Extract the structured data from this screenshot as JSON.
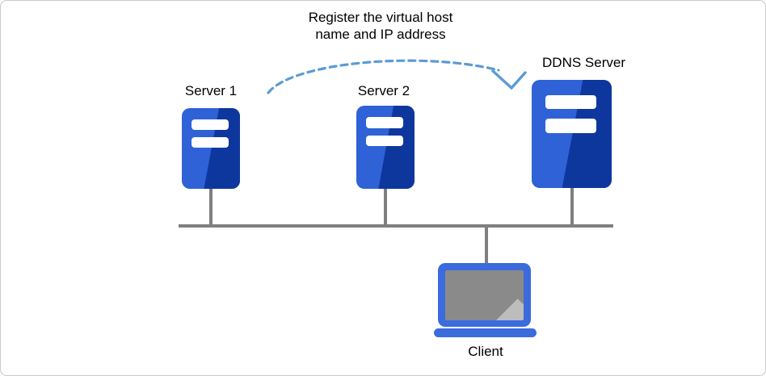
{
  "diagram": {
    "annotation": {
      "line1": "Register the virtual host",
      "line2": "name and IP address"
    },
    "nodes": {
      "server1": {
        "label": "Server 1"
      },
      "server2": {
        "label": "Server 2"
      },
      "ddns": {
        "label": "DDNS Server"
      },
      "client": {
        "label": "Client"
      }
    },
    "icons": [
      "server-icon",
      "server-icon",
      "server-icon",
      "laptop-icon",
      "dashed-curved-arrow-icon"
    ]
  },
  "colors": {
    "server-blue-light": "#2E62D6",
    "server-blue-dark": "#0E379E",
    "laptop-blue": "#3B6BDC",
    "screen-gray": "#8A8A8A",
    "stripe-gray": "#BDBDBD",
    "line-gray": "#7F7F7F",
    "arrow-blue": "#5B9BD5",
    "border-gray": "#C9C9C9",
    "text-black": "#000000"
  }
}
